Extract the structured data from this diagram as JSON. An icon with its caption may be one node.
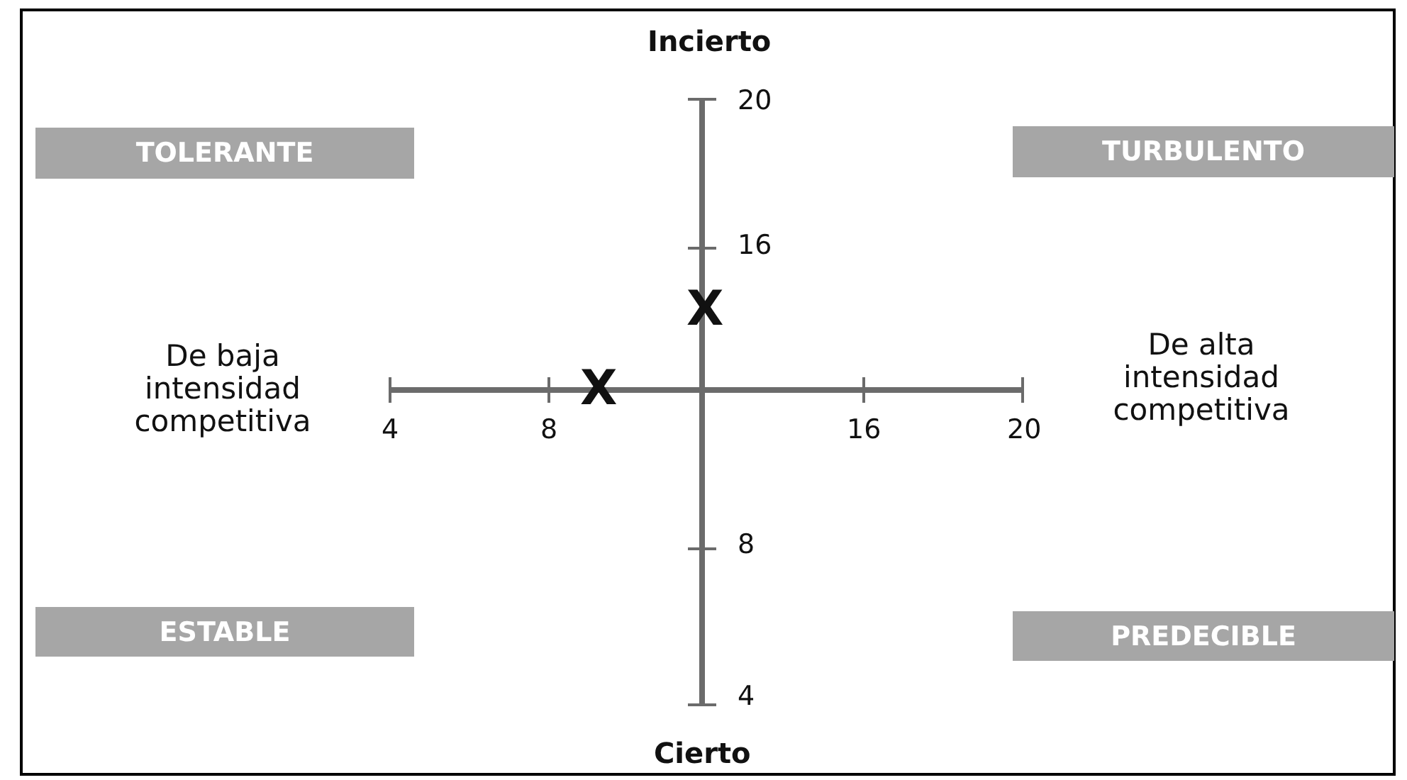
{
  "diagram": {
    "nodes": [
      {
        "text": [
          "TOLERANTE"
        ]
      },
      {
        "text": [
          "TURBULENTO"
        ]
      },
      {
        "text": [
          "ESTABLE"
        ]
      },
      {
        "text": [
          "PREDECIBLE"
        ]
      }
    ],
    "labels": [
      "Incierto",
      "20",
      "16",
      "De baja intensidad competitiva",
      "De alta intensidad competitiva",
      "X",
      "X",
      "4",
      "8",
      "16",
      "20",
      "8",
      "4",
      "Cierto"
    ]
  }
}
